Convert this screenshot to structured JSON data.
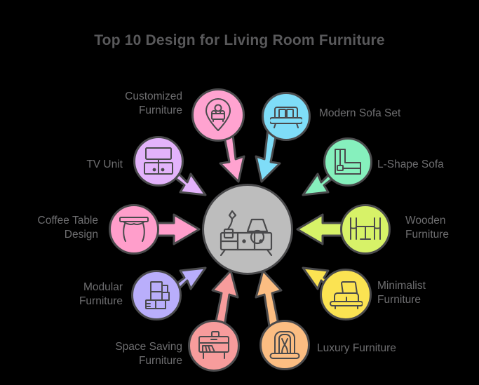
{
  "title": "Top 10 Design for Living Room Furniture",
  "theme": {
    "background": "#000000",
    "title_color": "#59595b",
    "label_color": "#6e6e70",
    "outline_color": "#4a4a4c",
    "center_color": "#bdbdbd"
  },
  "center": {
    "icon": "sideboard-console-icon",
    "color": "#bdbdbd"
  },
  "nodes": [
    {
      "id": "customized-furniture",
      "label": "Customized\nFurniture",
      "color": "#ffa3d0",
      "icon": "location-pin-armchair-icon",
      "label_side": "left",
      "position": "top-left-upper"
    },
    {
      "id": "modern-sofa-set",
      "label": "Modern Sofa Set",
      "color": "#7fddf8",
      "icon": "sofa-icon",
      "label_side": "right",
      "position": "top-right-upper"
    },
    {
      "id": "tv-unit",
      "label": "TV Unit",
      "color": "#e3b3fb",
      "icon": "tv-unit-icon",
      "label_side": "left",
      "position": "upper-left"
    },
    {
      "id": "l-shape-sofa",
      "label": "L-Shape Sofa",
      "color": "#86f0bd",
      "icon": "l-shape-sofa-icon",
      "label_side": "right",
      "position": "upper-right"
    },
    {
      "id": "coffee-table-design",
      "label": "Coffee Table\nDesign",
      "color": "#ff9ecb",
      "icon": "coffee-table-icon",
      "label_side": "left",
      "position": "left"
    },
    {
      "id": "wooden-furniture",
      "label": "Wooden\nFurniture",
      "color": "#d7f268",
      "icon": "wooden-table-chairs-icon",
      "label_side": "right",
      "position": "right"
    },
    {
      "id": "modular-furniture",
      "label": "Modular\nFurniture",
      "color": "#b9aefb",
      "icon": "modular-blocks-icon",
      "label_side": "left",
      "position": "lower-left"
    },
    {
      "id": "minimalist-furniture",
      "label": "Minimalist\nFurniture",
      "color": "#fbe352",
      "icon": "minimalist-sofa-icon",
      "label_side": "right",
      "position": "lower-right"
    },
    {
      "id": "space-saving-furniture",
      "label": "Space Saving\nFurniture",
      "color": "#f79c9c",
      "icon": "foldable-desk-icon",
      "label_side": "left",
      "position": "bottom-left"
    },
    {
      "id": "luxury-furniture",
      "label": "Luxury Furniture",
      "color": "#fbbd82",
      "icon": "luxury-armchair-icon",
      "label_side": "right",
      "position": "bottom-right"
    }
  ]
}
